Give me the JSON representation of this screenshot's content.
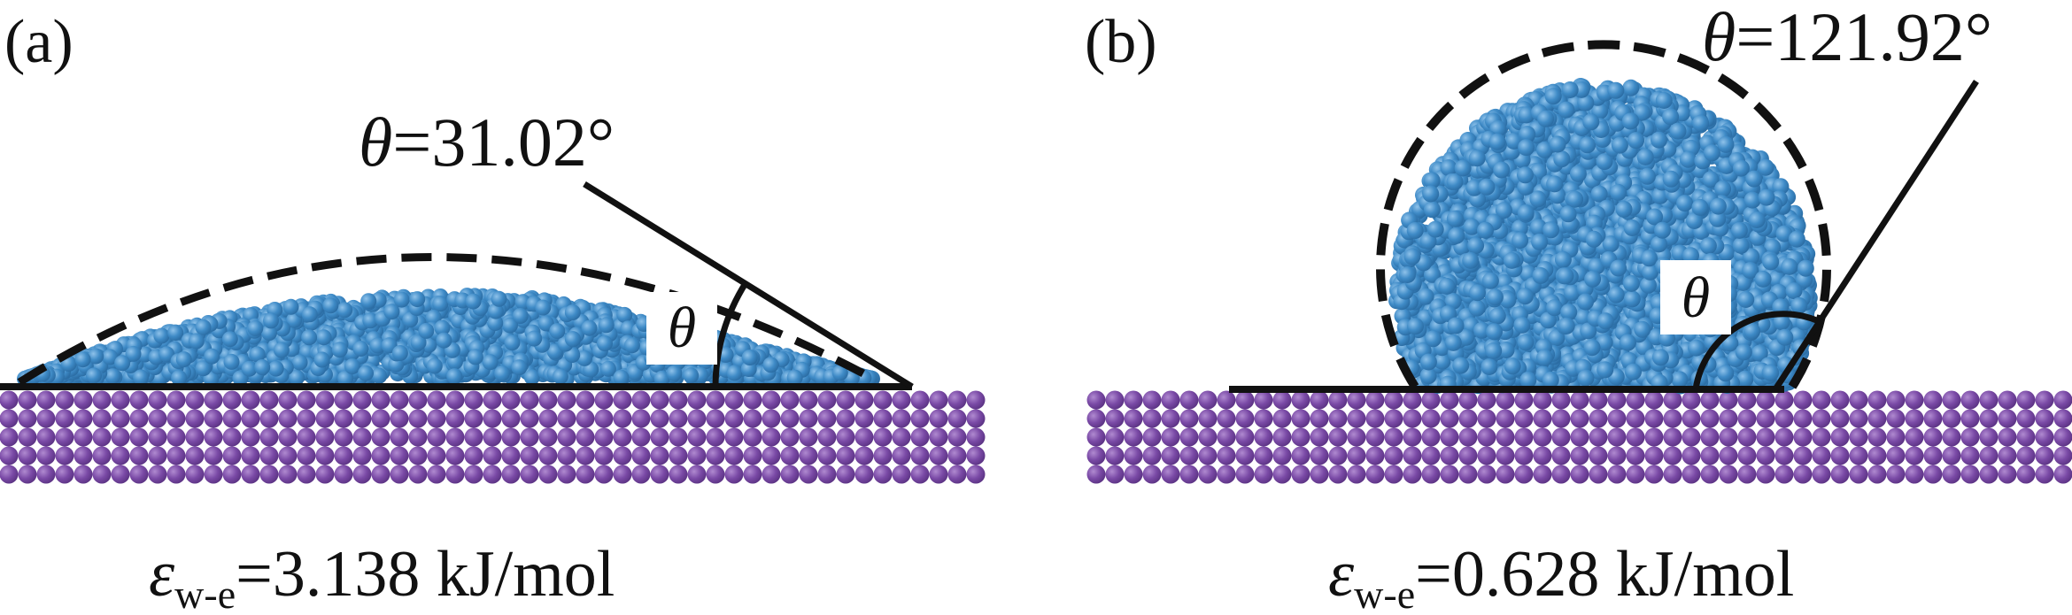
{
  "colors": {
    "water": "#3f8bc7",
    "water_highlight": "#7fb6e2",
    "water_shadow": "#2b6fa6",
    "substrate": "#7a4aa6",
    "substrate_highlight": "#a27bc6",
    "line": "#111111",
    "label_box": "#ffffff"
  },
  "panels": [
    {
      "id": "a",
      "label": "(a)",
      "theta_symbol": "θ",
      "angle_text": "=31.02°",
      "angle_value_deg": 31.02,
      "energy_symbol": "ε",
      "energy_subscript": "w-e",
      "energy_value_text": "=3.138 kJ/mol"
    },
    {
      "id": "b",
      "label": "(b)",
      "theta_symbol": "θ",
      "angle_text": "=121.92°",
      "angle_value_deg": 121.92,
      "energy_symbol": "ε",
      "energy_subscript": "w-e",
      "energy_value_text": "=0.628 kJ/mol"
    }
  ]
}
